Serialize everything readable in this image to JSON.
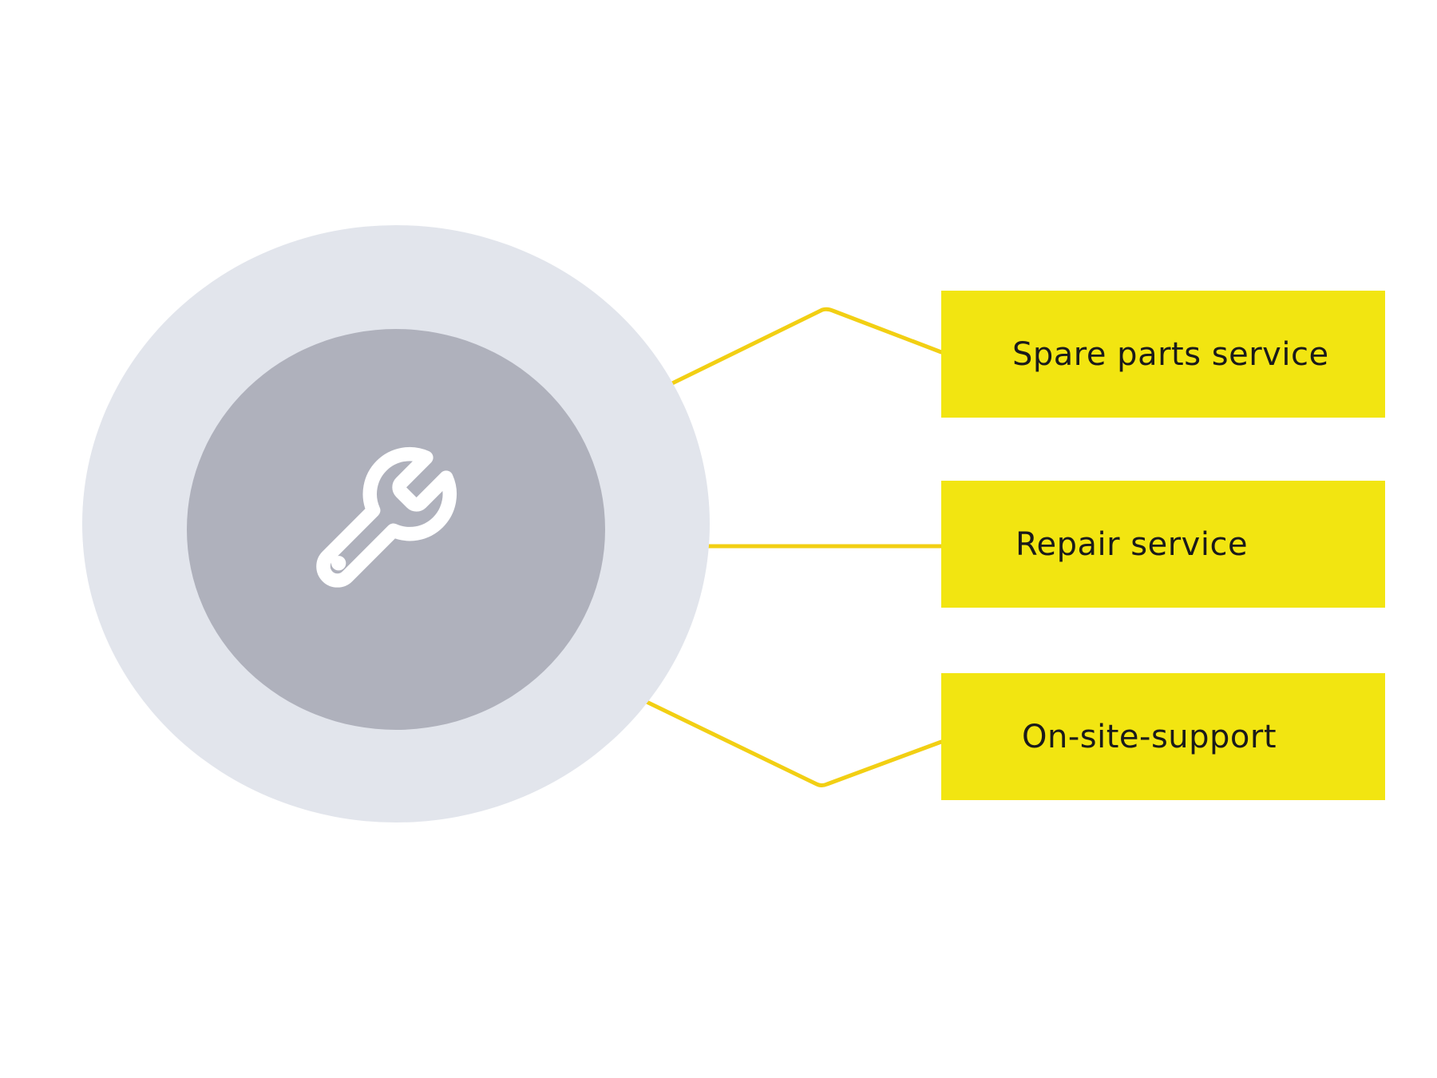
{
  "colors": {
    "background": "#ffffff",
    "outer_circle": "#e2e5ec",
    "inner_circle": "#afb1bc",
    "connector": "#f2cf13",
    "box_fill": "#f2e511",
    "icon": "#ffffff",
    "label_text": "#1a1a1a"
  },
  "center": {
    "icon": "wrench-icon"
  },
  "services": [
    {
      "label": "Spare parts service"
    },
    {
      "label": "Repair service"
    },
    {
      "label": "On-site-support"
    }
  ]
}
